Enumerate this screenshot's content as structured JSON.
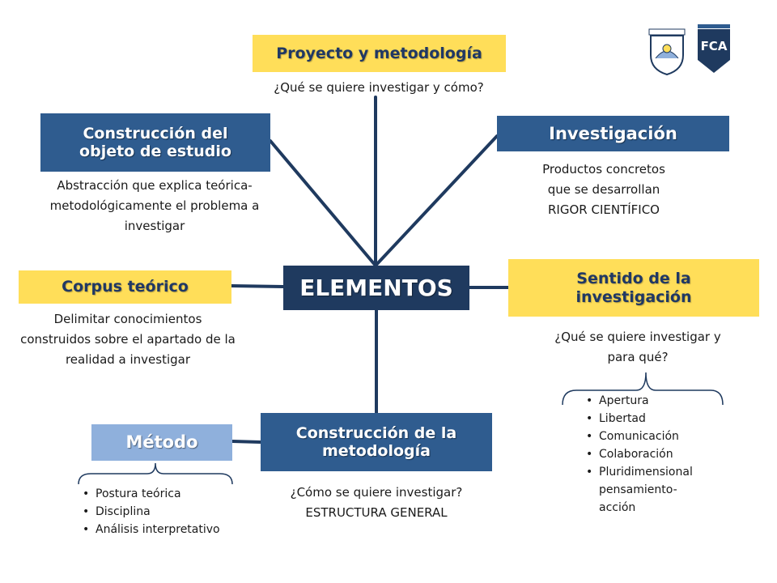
{
  "center": {
    "label": "ELEMENTOS"
  },
  "nodes": {
    "proyecto": {
      "label": "Proyecto y metodología",
      "note": "¿Qué se quiere investigar y cómo?"
    },
    "construccion_objeto": {
      "label": "Construcción del objeto de estudio",
      "note": "Abstracción que explica teórica-metodológicamente el problema a investigar"
    },
    "investigacion": {
      "label": "Investigación",
      "note": "Productos concretos que se desarrollan RIGOR CIENTÍFICO"
    },
    "corpus": {
      "label": "Corpus teórico",
      "note": "Delimitar conocimientos construidos sobre el apartado de la realidad a investigar"
    },
    "sentido": {
      "label": "Sentido de la investigación",
      "note": "¿Qué se quiere investigar y para qué?",
      "items": [
        "Apertura",
        "Libertad",
        "Comunicación",
        "Colaboración",
        "Pluridimensional pensamiento-acción"
      ]
    },
    "construccion_metodologia": {
      "label": "Construcción de la metodología",
      "note": "¿Cómo se quiere investigar? ESTRUCTURA GENERAL"
    },
    "metodo": {
      "label": "Método",
      "items": [
        "Postura teórica",
        "Disciplina",
        "Análisis interpretativo"
      ]
    }
  },
  "logos": {
    "right_logo_text": "FCA"
  },
  "colors": {
    "yellow": "#ffde59",
    "blue": "#2f5c8f",
    "dark": "#1f3a5f",
    "light": "#8fb0dc",
    "line": "#1f3a5f"
  }
}
